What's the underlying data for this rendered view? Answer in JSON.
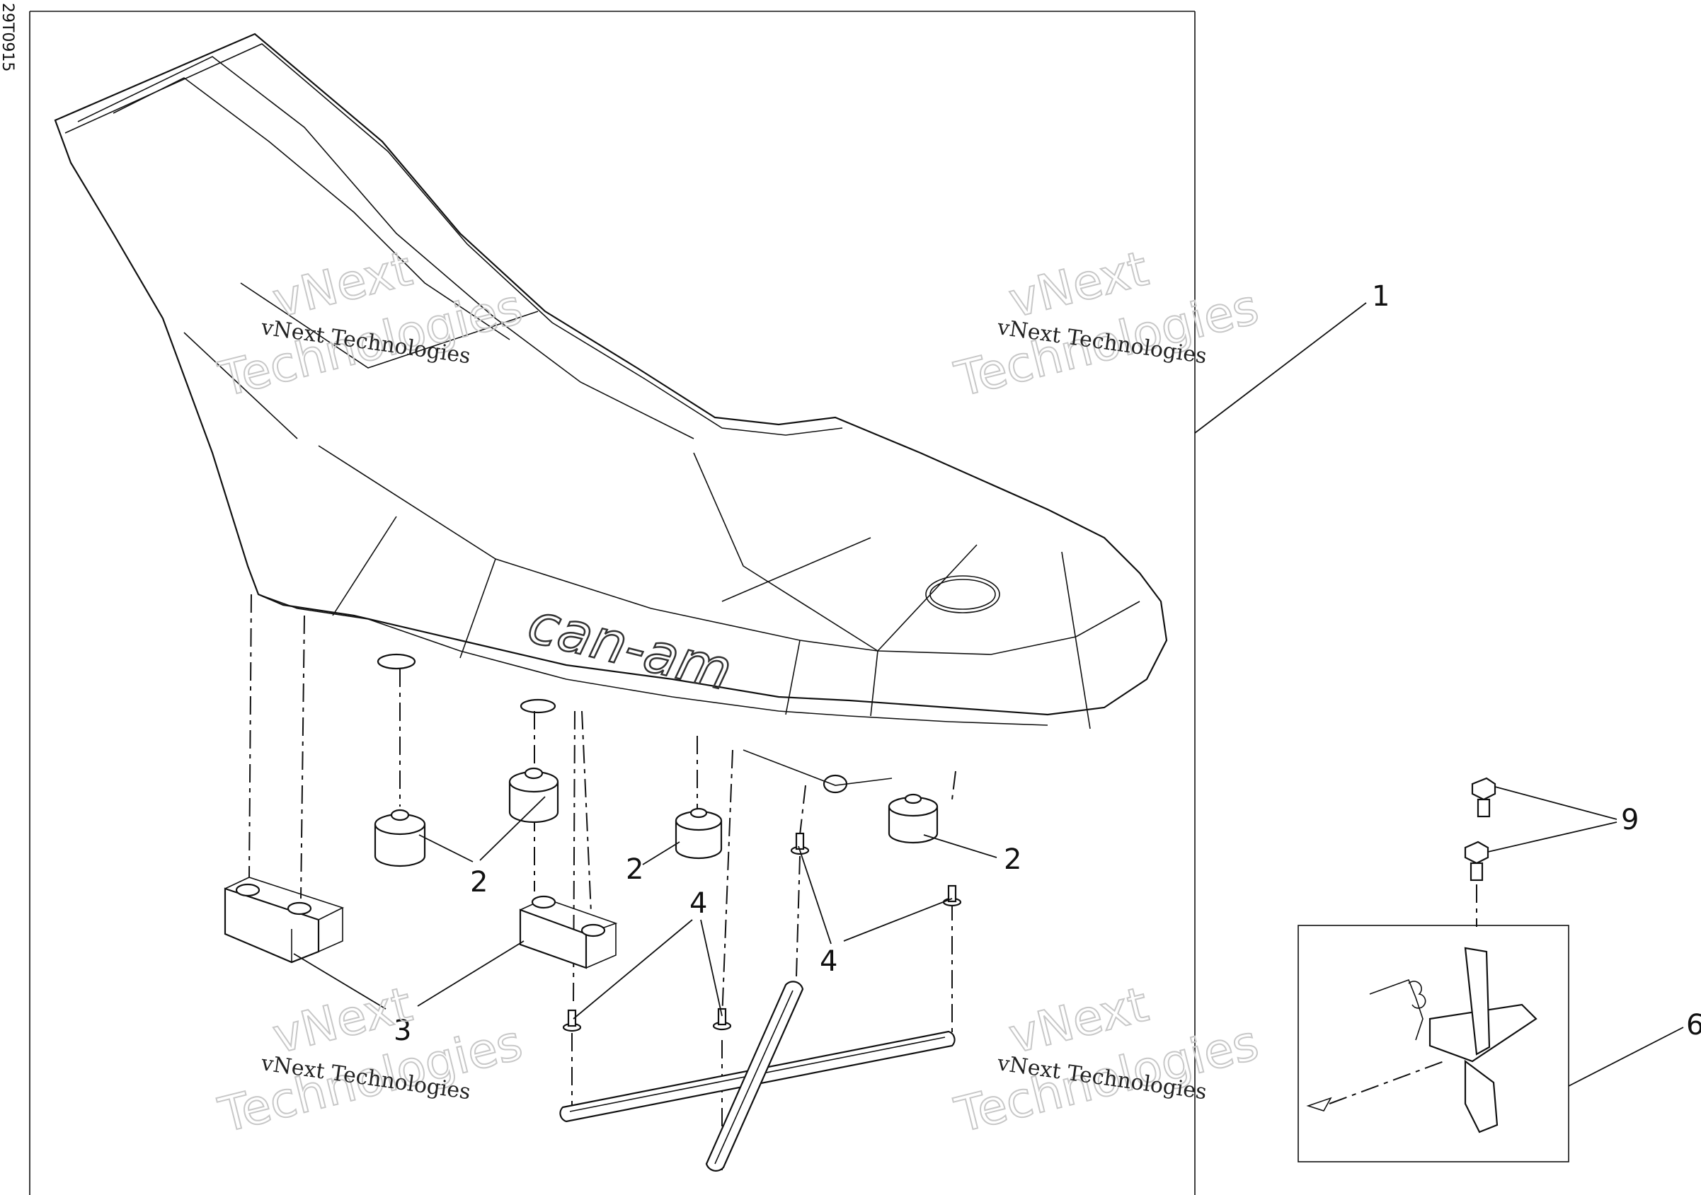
{
  "diagram": {
    "drawing_code": "29T0915",
    "brand_logo_text": "can-am",
    "callouts": {
      "c1": "1",
      "c2a": "2",
      "c2b": "2",
      "c2c": "2",
      "c3": "3",
      "c4a": "4",
      "c4b": "4",
      "c6": "6",
      "c9": "9"
    },
    "watermark": {
      "small_text": "vNext Technologies",
      "big_line1": "vNext",
      "big_line2": "Technologies"
    }
  }
}
